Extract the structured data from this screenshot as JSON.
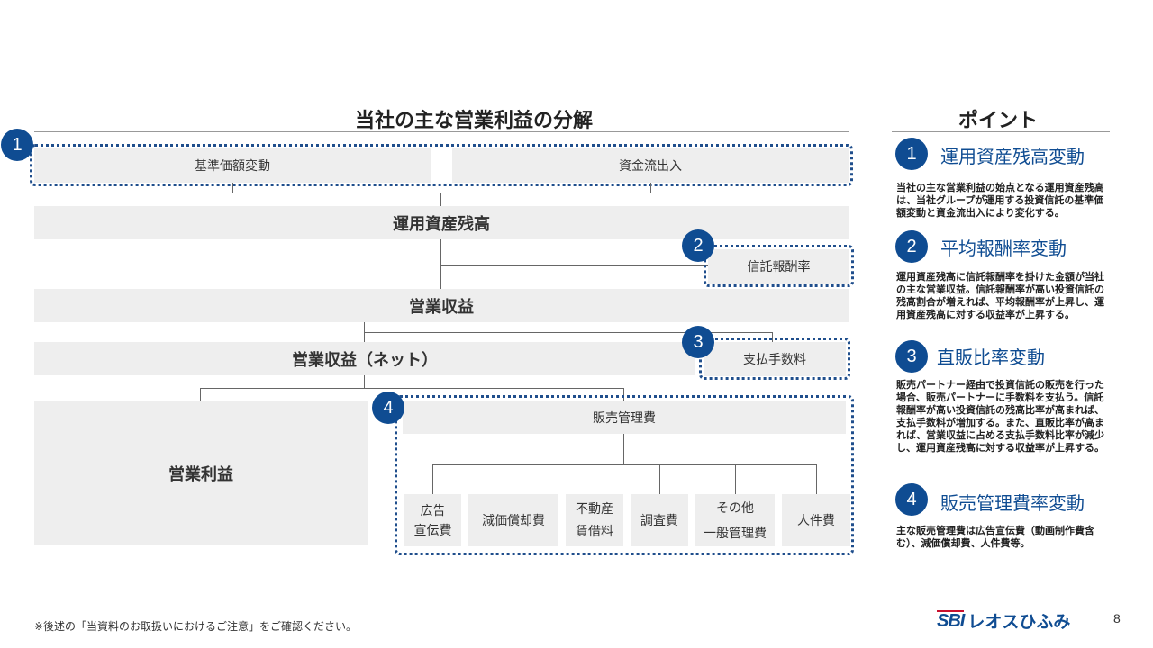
{
  "diagram": {
    "title": "当社の主な営業利益の分解",
    "badges": [
      "1",
      "2",
      "3",
      "4"
    ],
    "boxes": {
      "kijun": "基準価額変動",
      "shikin": "資金流出入",
      "unyo": "運用資産残高",
      "shintaku": "信託報酬率",
      "eigyo_shueki": "営業収益",
      "eigyo_shueki_net": "営業収益（ネット）",
      "shiharai": "支払手数料",
      "eigyo_rieki": "営業利益",
      "hanbai": "販売管理費",
      "koukoku": "広告\n宣伝費",
      "genka": "減価償却費",
      "fudosan": "不動産\n賃借料",
      "chosa": "調査費",
      "sonota": "その他\n一般管理費",
      "jinken": "人件費"
    }
  },
  "points": {
    "title": "ポイント",
    "items": [
      {
        "num": "1",
        "heading": "運用資産残高変動",
        "body": "当社の主な営業利益の始点となる運用資産残高は、当社グループが運用する投資信託の基準価額変動と資金流出入により変化する。"
      },
      {
        "num": "2",
        "heading": "平均報酬率変動",
        "body": "運用資産残高に信託報酬率を掛けた金額が当社の主な営業収益。信託報酬率が高い投資信託の残高割合が増えれば、平均報酬率が上昇し、運用資産残高に対する収益率が上昇する。"
      },
      {
        "num": "3",
        "heading": "直販比率変動",
        "body": "販売パートナー経由で投資信託の販売を行った場合、販売パートナーに手数料を支払う。信託報酬率が高い投資信託の残高比率が高まれば、支払手数料が増加する。また、直販比率が高まれば、営業収益に占める支払手数料比率が減少し、運用資産残高に対する収益率が上昇する。"
      },
      {
        "num": "4",
        "heading": "販売管理費率変動",
        "body": "主な販売管理費は広告宣伝費（動画制作費含む）、減価償却費、人件費等。"
      }
    ]
  },
  "footer": {
    "note": "※後述の「当資料のお取扱いにおけるご注意」をご確認ください。",
    "logo_sbi": "SBI",
    "logo_text": "レオスひふみ",
    "page": "8"
  },
  "colors": {
    "accent": "#0f4c92",
    "box": "#eeeeee"
  }
}
